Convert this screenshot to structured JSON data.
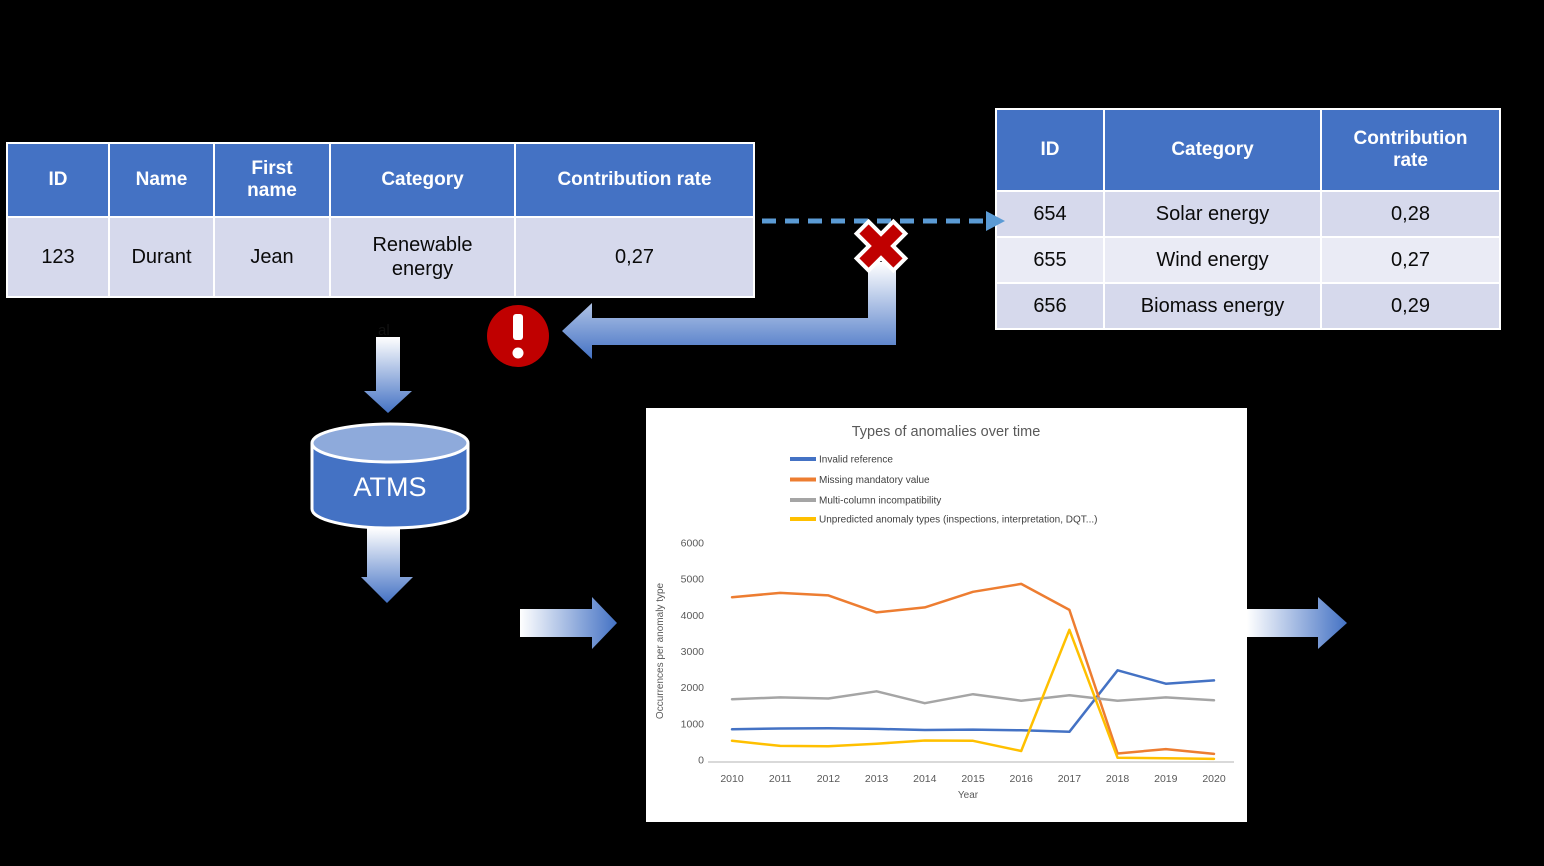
{
  "diagram": {
    "left_table": {
      "headers": [
        "ID",
        "Name",
        "First name",
        "Category",
        "Contribution rate"
      ],
      "rows": [
        [
          "123",
          "Durant",
          "Jean",
          "Renewable energy",
          "0,27"
        ]
      ]
    },
    "right_table": {
      "headers": [
        "ID",
        "Category",
        "Contribution rate"
      ],
      "rows": [
        [
          "654",
          "Solar energy",
          "0,28"
        ],
        [
          "655",
          "Wind energy",
          "0,27"
        ],
        [
          "656",
          "Biomass energy",
          "0,29"
        ]
      ]
    },
    "database_label": "ATMS",
    "text_fragment": "al",
    "colors": {
      "table_header_blue": "#4472C4",
      "row_dark": "#D6D9EC",
      "row_light": "#EAEBF5",
      "dashed_arrow_blue": "#5B9BD5",
      "gradient_arrow_blue": "#4472C4",
      "error_red": "#C00000",
      "cylinder_top": "#8EAADB"
    }
  },
  "chart_data": {
    "type": "line",
    "title": "Types of anomalies over time",
    "xlabel": "Year",
    "ylabel": "Occurrences per anomaly type",
    "x_labels": [
      "2010",
      "2011",
      "2012",
      "2013",
      "2014",
      "2015",
      "2016",
      "2017",
      "2018",
      "2019",
      "2020"
    ],
    "ytick_labels": [
      "0",
      "1000",
      "2000",
      "3000",
      "4000",
      "5000",
      "6000"
    ],
    "ylim": [
      0,
      6000
    ],
    "grid": false,
    "legend_position": "upper-left",
    "series": [
      {
        "name": "Invalid reference",
        "color": "#4472C4",
        "values": [
          850,
          870,
          880,
          860,
          830,
          840,
          820,
          780,
          2480,
          2110,
          2200
        ]
      },
      {
        "name": "Missing mandatory value",
        "color": "#ED7D31",
        "values": [
          4500,
          4620,
          4550,
          4080,
          4220,
          4650,
          4870,
          4150,
          180,
          300,
          170
        ]
      },
      {
        "name": "Multi-column incompatibility",
        "color": "#A5A5A5",
        "values": [
          1680,
          1730,
          1700,
          1900,
          1570,
          1820,
          1640,
          1790,
          1640,
          1730,
          1650
        ]
      },
      {
        "name": "Unpredicted anomaly types (inspections, interpretation, DQT...)",
        "color": "#FFC000",
        "values": [
          530,
          390,
          380,
          450,
          540,
          530,
          250,
          3600,
          60,
          50,
          30
        ]
      }
    ]
  }
}
